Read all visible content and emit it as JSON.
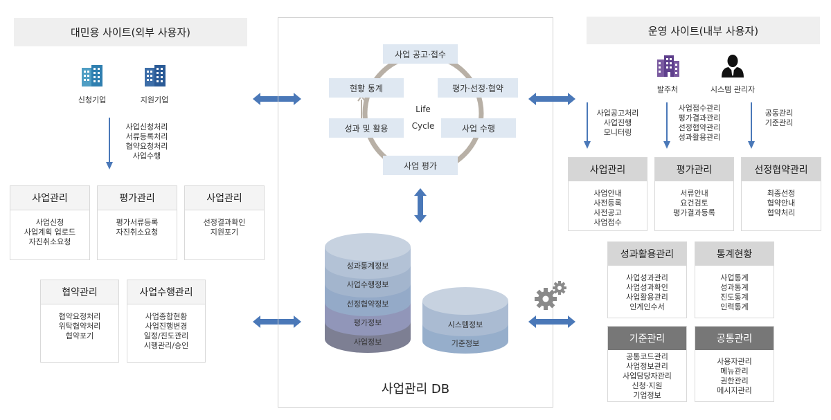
{
  "left": {
    "title": "대민용 사이트(외부 사용자)",
    "users": [
      {
        "icon": "building-icon",
        "label": "신청기업"
      },
      {
        "icon": "building-icon",
        "label": "지원기업"
      }
    ],
    "tasks": [
      "사업신청처리",
      "서류등록처리",
      "협약요청처리",
      "사업수행"
    ],
    "cards": [
      {
        "title": "사업관리",
        "items": [
          "사업신청",
          "사업계획 업로드",
          "자진취소요청"
        ]
      },
      {
        "title": "평가관리",
        "items": [
          "평가서류등록",
          "자진취소요청"
        ]
      },
      {
        "title": "사업관리",
        "items": [
          "선정결과확인",
          "지원포기"
        ]
      },
      {
        "title": "협약관리",
        "items": [
          "협약요청처리",
          "위탁협약처리",
          "협약포기"
        ]
      },
      {
        "title": "사업수행관리",
        "items": [
          "사업종합현황",
          "사업진행변경",
          "일정/진도관리",
          "시행관리/승인"
        ]
      }
    ]
  },
  "center": {
    "cycle": {
      "center_label": [
        "Life",
        "Cycle"
      ],
      "steps": [
        "사업 공고·접수",
        "평가·선정·협약",
        "사업 수행",
        "사업 평가",
        "성과 및 활용",
        "현황 통계"
      ]
    },
    "db_main": [
      "성과통계정보",
      "사업수행정보",
      "선정협약정보",
      "평가정보",
      "사업정보"
    ],
    "db_sub": [
      "시스템정보",
      "기준정보"
    ],
    "db_title": "사업관리 DB",
    "colors": {
      "box": "#dfe8f2",
      "arrow": "#4a78b8",
      "cycle": "#b8b0a6"
    }
  },
  "right": {
    "title": "운영 사이트(내부 사용자)",
    "users": [
      {
        "icon": "building-icon",
        "label": "발주처"
      },
      {
        "icon": "user-icon",
        "label": "시스템 관리자"
      }
    ],
    "task_groups": [
      [
        "사업공고처리",
        "사업진행",
        "모니터링"
      ],
      [
        "사업접수관리",
        "평가결과관리",
        "선정협약관리",
        "성과활용관리"
      ],
      [
        "공동관리",
        "기준관리"
      ]
    ],
    "cards_top": [
      {
        "title": "사업관리",
        "items": [
          "사업안내",
          "사전등록",
          "사전공고",
          "사업접수"
        ]
      },
      {
        "title": "평가관리",
        "items": [
          "서류안내",
          "요건검토",
          "평가결과등록"
        ]
      },
      {
        "title": "선정협약관리",
        "items": [
          "최종선정",
          "협약안내",
          "협약처리"
        ]
      }
    ],
    "cards_mid": [
      {
        "title": "성과활용관리",
        "items": [
          "사업성과관리",
          "사업성과확인",
          "사업활용관리",
          "인계인수서"
        ]
      },
      {
        "title": "통계현황",
        "items": [
          "사업통계",
          "성과통계",
          "진도통계",
          "인력통계"
        ]
      }
    ],
    "cards_bot": [
      {
        "title": "기준관리",
        "items": [
          "공통코드관리",
          "사업정보관리",
          "사업담당자관리",
          "신청·지원",
          "기업정보"
        ]
      },
      {
        "title": "공통관리",
        "items": [
          "사용자관리",
          "메뉴관리",
          "권한관리",
          "메시지관리"
        ]
      }
    ]
  }
}
